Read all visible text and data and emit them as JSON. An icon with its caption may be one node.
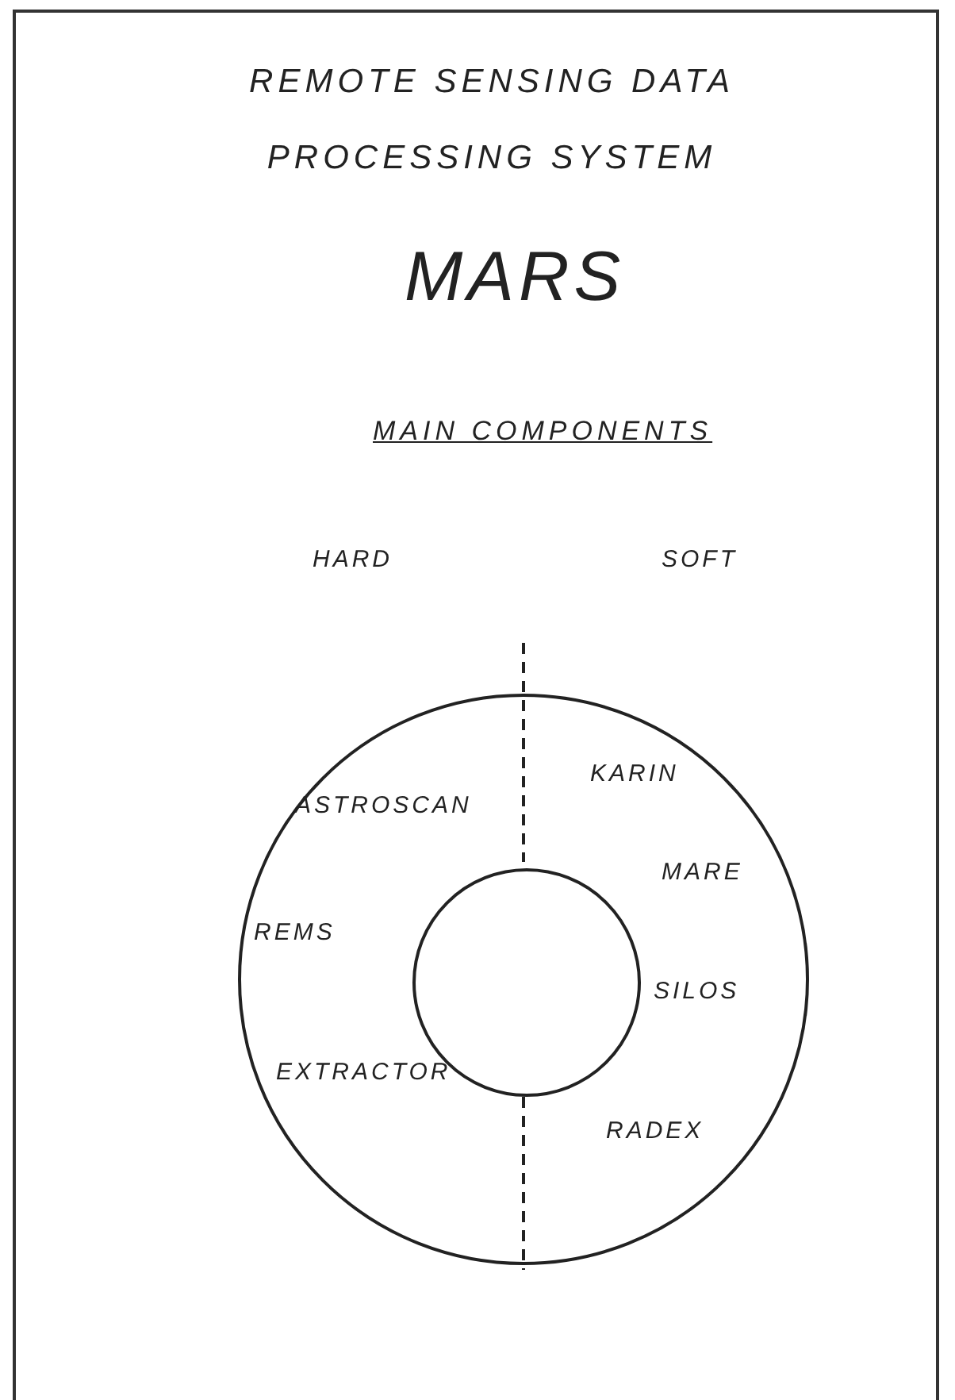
{
  "diagram": {
    "title": "REMOTE SENSING DATA PROCESSING SYSTEM",
    "nodes": [
      {
        "text": [],
        "shape": "circle"
      },
      {
        "text": [
          "HARD",
          "ASTROSCAN",
          "REMS",
          "EXTRACTOR"
        ],
        "in": 0
      },
      {
        "text": [
          "SOFT",
          "KARIN",
          "MARE",
          "SILOS",
          "RADEX"
        ],
        "in": 0
      },
      {
        "text": [],
        "shape": "circle",
        "in": 0
      }
    ],
    "labels": [
      "MARS",
      "MAIN COMPONENTS"
    ]
  }
}
